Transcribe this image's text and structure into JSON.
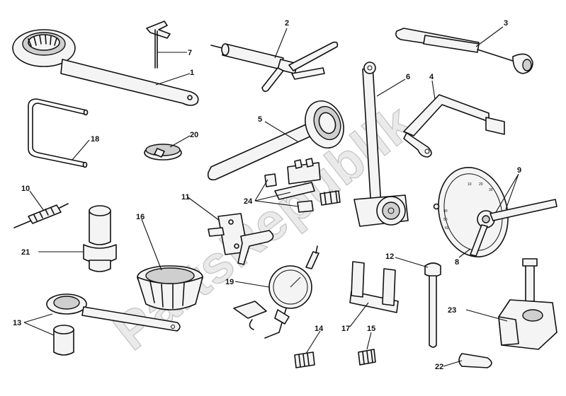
{
  "watermark": "PartsRepublik",
  "callouts": {
    "c1": "1",
    "c2": "2",
    "c3": "3",
    "c4": "4",
    "c5": "5",
    "c6": "6",
    "c7": "7",
    "c8": "8",
    "c9": "9",
    "c10": "10",
    "c11": "11",
    "c12": "12",
    "c13": "13",
    "c14": "14",
    "c15": "15",
    "c16": "16",
    "c17": "17",
    "c18": "18",
    "c19": "19",
    "c20": "20",
    "c21": "21",
    "c22": "22",
    "c23": "23",
    "c24": "24"
  },
  "protractor_scale": [
    "10",
    "20",
    "30",
    "40",
    "50",
    "60"
  ],
  "colors": {
    "ink": "#111111",
    "paper": "#ffffff",
    "watermark": "#d8d8d8"
  }
}
